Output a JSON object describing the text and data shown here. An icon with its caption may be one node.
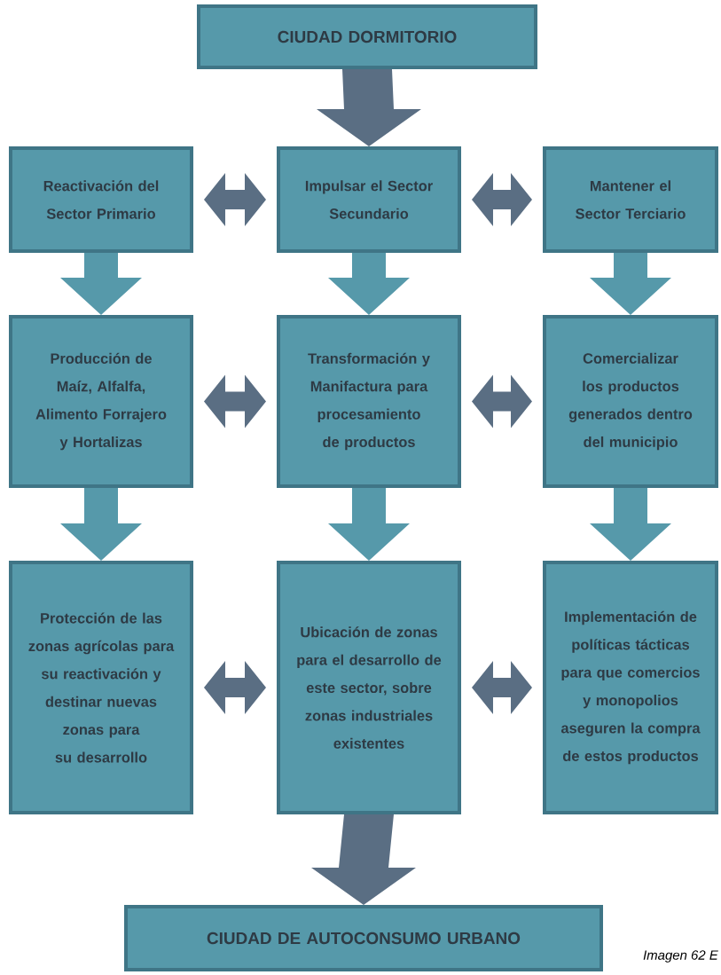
{
  "diagram": {
    "caption": "Imagen 62 E",
    "nodes": [
      {
        "text": [
          "CIUDAD DORMITORIO"
        ]
      },
      {
        "text": [
          "Reactivación del Sector Primario"
        ]
      },
      {
        "text": [
          "Impulsar el Sector Secundario"
        ]
      },
      {
        "text": [
          "Mantener el Sector Terciario"
        ]
      },
      {
        "text": [
          "Producción de Maíz, Alfalfa, Alimento Forrajero y Hortalizas"
        ]
      },
      {
        "text": [
          "Transformación y Manifactura para procesamiento de productos"
        ]
      },
      {
        "text": [
          "Comercializar los productos generados dentro del municipio"
        ]
      },
      {
        "text": [
          "Protección de las zonas agrícolas para su reactivación y destinar nuevas zonas para su desarrollo"
        ]
      },
      {
        "text": [
          "Ubicación de zonas para el desarrollo de este sector, sobre zonas industriales existentes"
        ]
      },
      {
        "text": [
          "Implementación de políticas tácticas para que comercios y monopolios aseguren la compra de estos productos"
        ]
      },
      {
        "text": [
          "CIUDAD DE AUTOCONSUMO URBANO"
        ]
      }
    ],
    "edges": [
      {
        "from": 0,
        "to": 2,
        "arrow": "to"
      },
      {
        "from": 1,
        "to": 2,
        "arrow": "both"
      },
      {
        "from": 2,
        "to": 3,
        "arrow": "both"
      },
      {
        "from": 1,
        "to": 4,
        "arrow": "to",
        "color": "#5699aa"
      },
      {
        "from": 2,
        "to": 5,
        "arrow": "to",
        "color": "#5699aa"
      },
      {
        "from": 3,
        "to": 6,
        "arrow": "to",
        "color": "#5699aa"
      },
      {
        "from": 4,
        "to": 5,
        "arrow": "both"
      },
      {
        "from": 5,
        "to": 6,
        "arrow": "both"
      },
      {
        "from": 4,
        "to": 7,
        "arrow": "to",
        "color": "#5699aa"
      },
      {
        "from": 5,
        "to": 8,
        "arrow": "to",
        "color": "#5699aa"
      },
      {
        "from": 6,
        "to": 9,
        "arrow": "to",
        "color": "#5699aa"
      },
      {
        "from": 7,
        "to": 8,
        "arrow": "both"
      },
      {
        "from": 8,
        "to": 9,
        "arrow": "both"
      },
      {
        "from": 8,
        "to": 10,
        "arrow": "to"
      }
    ]
  }
}
